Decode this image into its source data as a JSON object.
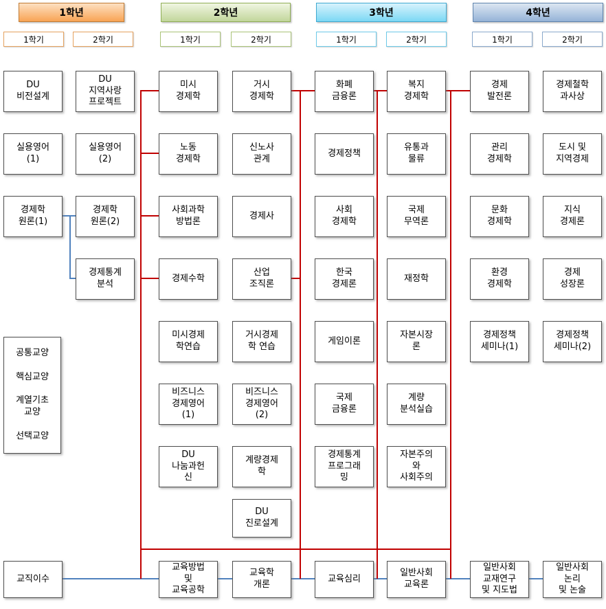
{
  "years": [
    {
      "label": "1학년",
      "semesters": [
        {
          "label": "1학기"
        },
        {
          "label": "2학기"
        }
      ]
    },
    {
      "label": "2학년",
      "semesters": [
        {
          "label": "1학기"
        },
        {
          "label": "2학기"
        }
      ]
    },
    {
      "label": "3학년",
      "semesters": [
        {
          "label": "1학기"
        },
        {
          "label": "2학기"
        }
      ]
    },
    {
      "label": "4학년",
      "semesters": [
        {
          "label": "1학기"
        },
        {
          "label": "2학기"
        }
      ]
    }
  ],
  "courses": [
    {
      "id": "du-vision",
      "col": 0,
      "row": 0,
      "label": "DU\n비전설계"
    },
    {
      "id": "practical-english-1",
      "col": 0,
      "row": 1,
      "label": "실용영어\n(1)"
    },
    {
      "id": "econ-principles-1",
      "col": 0,
      "row": 2,
      "label": "경제학\n원론(1)"
    },
    {
      "id": "du-community-project",
      "col": 1,
      "row": 0,
      "label": "DU\n지역사랑\n프로젝트"
    },
    {
      "id": "practical-english-2",
      "col": 1,
      "row": 1,
      "label": "실용영어\n(2)"
    },
    {
      "id": "econ-principles-2",
      "col": 1,
      "row": 2,
      "label": "경제학\n원론(2)"
    },
    {
      "id": "econ-statistics",
      "col": 1,
      "row": 3,
      "label": "경제통계\n분석"
    },
    {
      "id": "microeconomics",
      "col": 2,
      "row": 0,
      "label": "미시\n경제학"
    },
    {
      "id": "labor-economics",
      "col": 2,
      "row": 1,
      "label": "노동\n경제학"
    },
    {
      "id": "social-science-methodology",
      "col": 2,
      "row": 2,
      "label": "사회과학\n방법론"
    },
    {
      "id": "econ-math",
      "col": 2,
      "row": 3,
      "label": "경제수학"
    },
    {
      "id": "micro-practice",
      "col": 2,
      "row": 4,
      "label": "미시경제\n학연습"
    },
    {
      "id": "business-english-1",
      "col": 2,
      "row": 5,
      "label": "비즈니스\n경제영어\n(1)"
    },
    {
      "id": "du-sharing",
      "col": 2,
      "row": 6,
      "label": "DU\n나눔과헌\n신"
    },
    {
      "id": "teaching-methods",
      "col": 2,
      "row": 9,
      "label": "교육방법\n및\n교육공학"
    },
    {
      "id": "macroeconomics",
      "col": 3,
      "row": 0,
      "label": "거시\n경제학"
    },
    {
      "id": "new-labor-relations",
      "col": 3,
      "row": 1,
      "label": "신노사\n관계"
    },
    {
      "id": "economic-history",
      "col": 3,
      "row": 2,
      "label": "경제사"
    },
    {
      "id": "industrial-organization",
      "col": 3,
      "row": 3,
      "label": "산업\n조직론"
    },
    {
      "id": "macro-practice",
      "col": 3,
      "row": 4,
      "label": "거시경제\n학 연습"
    },
    {
      "id": "business-english-2",
      "col": 3,
      "row": 5,
      "label": "비즈니스\n경제영어\n(2)"
    },
    {
      "id": "econometrics",
      "col": 3,
      "row": 6,
      "label": "계량경제\n학"
    },
    {
      "id": "du-career",
      "col": 3,
      "row": 7,
      "label": "DU\n진로설계"
    },
    {
      "id": "education-intro",
      "col": 3,
      "row": 9,
      "label": "교육학\n개론"
    },
    {
      "id": "money-finance",
      "col": 4,
      "row": 0,
      "label": "화폐\n금융론"
    },
    {
      "id": "economic-policy",
      "col": 4,
      "row": 1,
      "label": "경제정책"
    },
    {
      "id": "social-economics",
      "col": 4,
      "row": 2,
      "label": "사회\n경제학"
    },
    {
      "id": "korean-economy",
      "col": 4,
      "row": 3,
      "label": "한국\n경제론"
    },
    {
      "id": "game-theory",
      "col": 4,
      "row": 4,
      "label": "게임이론"
    },
    {
      "id": "international-finance",
      "col": 4,
      "row": 5,
      "label": "국제\n금융론"
    },
    {
      "id": "econ-stat-programming",
      "col": 4,
      "row": 6,
      "label": "경제통계\n프로그래\n밍"
    },
    {
      "id": "educational-psychology",
      "col": 4,
      "row": 9,
      "label": "교육심리"
    },
    {
      "id": "welfare-economics",
      "col": 5,
      "row": 0,
      "label": "복지\n경제학"
    },
    {
      "id": "distribution-logistics",
      "col": 5,
      "row": 1,
      "label": "유통과\n물류"
    },
    {
      "id": "international-trade",
      "col": 5,
      "row": 2,
      "label": "국제\n무역론"
    },
    {
      "id": "public-finance",
      "col": 5,
      "row": 3,
      "label": "재정학"
    },
    {
      "id": "capital-markets",
      "col": 5,
      "row": 4,
      "label": "자본시장\n론"
    },
    {
      "id": "quantitative-analysis-practice",
      "col": 5,
      "row": 5,
      "label": "계량\n분석실습"
    },
    {
      "id": "capitalism-socialism",
      "col": 5,
      "row": 6,
      "label": "자본주의\n와\n사회주의"
    },
    {
      "id": "social-studies-education",
      "col": 5,
      "row": 9,
      "label": "일반사회\n교육론"
    },
    {
      "id": "economic-development",
      "col": 6,
      "row": 0,
      "label": "경제\n발전론"
    },
    {
      "id": "managerial-economics",
      "col": 6,
      "row": 1,
      "label": "관리\n경제학"
    },
    {
      "id": "cultural-economics",
      "col": 6,
      "row": 2,
      "label": "문화\n경제학"
    },
    {
      "id": "environmental-economics",
      "col": 6,
      "row": 3,
      "label": "환경\n경제학"
    },
    {
      "id": "policy-seminar-1",
      "col": 6,
      "row": 4,
      "label": "경제정책\n세미나(1)"
    },
    {
      "id": "social-studies-materials",
      "col": 6,
      "row": 9,
      "label": "일반사회\n교재연구\n및 지도법"
    },
    {
      "id": "economic-philosophy",
      "col": 7,
      "row": 0,
      "label": "경제철학\n과사상"
    },
    {
      "id": "urban-regional-economy",
      "col": 7,
      "row": 1,
      "label": "도시 및\n지역경제"
    },
    {
      "id": "knowledge-economy",
      "col": 7,
      "row": 2,
      "label": "지식\n경제론"
    },
    {
      "id": "economic-growth",
      "col": 7,
      "row": 3,
      "label": "경제\n성장론"
    },
    {
      "id": "policy-seminar-2",
      "col": 7,
      "row": 4,
      "label": "경제정책\n세미나(2)"
    },
    {
      "id": "social-studies-logic",
      "col": 7,
      "row": 9,
      "label": "일반사회\n논리\n및 논술"
    }
  ],
  "general_education": {
    "items": [
      "공통교양",
      "핵심교양",
      "계열기초\n교양",
      "선택교양"
    ]
  },
  "teaching": {
    "label": "교직이수"
  },
  "colors": {
    "prerequisite_line": "#C00000",
    "linkage_line": "#4F81BD",
    "year1_header": "#F8A455",
    "year2_header": "#C2D69B",
    "year3_header": "#7CD8F4",
    "year4_header": "#95B3D7"
  }
}
